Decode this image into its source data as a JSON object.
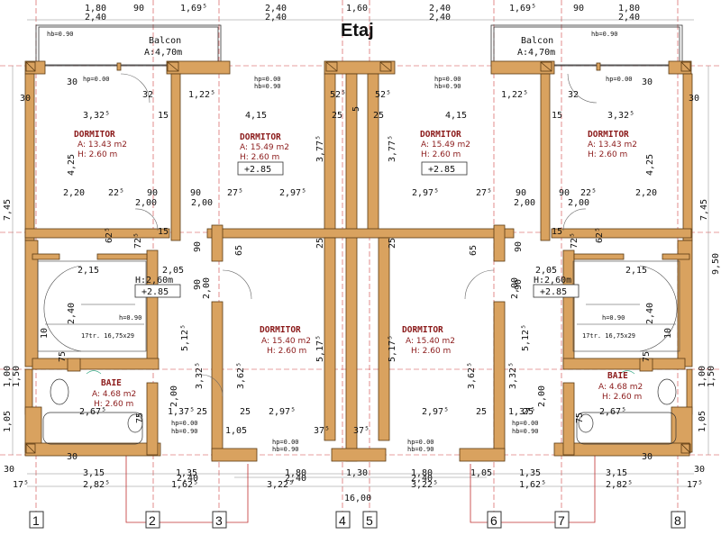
{
  "title": "Etaj",
  "colors": {
    "wall": "#d9a25f",
    "wall_stroke": "#5a3a12",
    "room_text": "#8b1a1a",
    "axis": "#d04040",
    "grid": "#aaaaaa"
  },
  "top_dims": {
    "row1": [
      "1,69⁵",
      "90",
      "2,40",
      "1,60",
      "2,40",
      "90",
      "1,69⁵"
    ],
    "row2": [
      "1,80",
      "2,40",
      "2,40",
      "2,40",
      "2,40",
      "1,80"
    ]
  },
  "bottom_dims": {
    "row1": [
      "30",
      "3,15",
      "1,35",
      "1,80",
      "1,30",
      "1,80",
      "1,35",
      "3,15",
      "30"
    ],
    "row2": [
      "17⁵",
      "2,82⁵",
      "1,62⁵",
      "3,22⁵",
      "3,22⁵",
      "1,62⁵",
      "2,82⁵",
      "17⁵"
    ],
    "row3": [
      "2,40",
      "2,40",
      "2,40"
    ],
    "total": "16,00"
  },
  "side_dims": {
    "left": [
      "7,45",
      "1,00",
      "1,50",
      "1,05"
    ],
    "right": [
      "7,45",
      "9,50",
      "1,00",
      "1,50",
      "1,05"
    ]
  },
  "balconies": [
    {
      "name": "Balcon",
      "area": "A:4,70m",
      "hb": "hb=0.90"
    },
    {
      "name": "Balcon",
      "area": "A:4,70m",
      "hb": "hb=0.90"
    }
  ],
  "rooms": [
    {
      "name": "DORMITOR",
      "area": "A: 13.43 m2",
      "height": "H: 2.60 m"
    },
    {
      "name": "DORMITOR",
      "area": "A: 15.49 m2",
      "height": "H: 2.60 m"
    },
    {
      "name": "DORMITOR",
      "area": "A: 15.49 m2",
      "height": "H: 2.60 m"
    },
    {
      "name": "DORMITOR",
      "area": "A: 13.43 m2",
      "height": "H: 2.60 m"
    },
    {
      "name": "DORMITOR",
      "area": "A: 15.40 m2",
      "height": "H: 2.60 m"
    },
    {
      "name": "DORMITOR",
      "area": "A: 15.40 m2",
      "height": "H: 2.60 m"
    },
    {
      "name": "BAIE",
      "area": "A: 4.68 m2",
      "height": "H: 2.60 m"
    },
    {
      "name": "BAIE",
      "area": "A: 4.68 m2",
      "height": "H: 2.60 m"
    }
  ],
  "levels": [
    "+2.85",
    "+2.85",
    "+2.85",
    "+2.85"
  ],
  "stair": {
    "height": "H:2,60m",
    "steps": "17tr. 16,75x29",
    "railing": "h=0.90"
  },
  "openings": {
    "hp0": "hp=0.00",
    "hb90": "hb=0.90"
  },
  "inner_dims": {
    "d332": "3,32⁵",
    "d415": "4,15",
    "d425": "4,25",
    "d377": "3,77⁵",
    "d220": "2,20",
    "d297": "2,97⁵",
    "d215": "2,15",
    "d205": "2,05",
    "d240": "2,40",
    "d512": "5,12⁵",
    "d517": "5,17⁵",
    "d362": "3,62⁵",
    "d267": "2,67⁵",
    "d137": "1,37⁵",
    "d122": "1,22⁵",
    "d200": "2,00",
    "d105": "1,05",
    "d90": "90",
    "d30": "30",
    "d25": "25",
    "d15": "15",
    "d65": "65",
    "d75": "75",
    "d37": "37⁵",
    "d52": "52⁵",
    "d22": "22⁵",
    "d27": "27⁵",
    "d62": "62⁵",
    "d72": "72⁵",
    "d5": "5",
    "d10": "10",
    "d32": "32"
  },
  "axes": [
    "1",
    "2",
    "3",
    "4",
    "5",
    "6",
    "7",
    "8"
  ]
}
